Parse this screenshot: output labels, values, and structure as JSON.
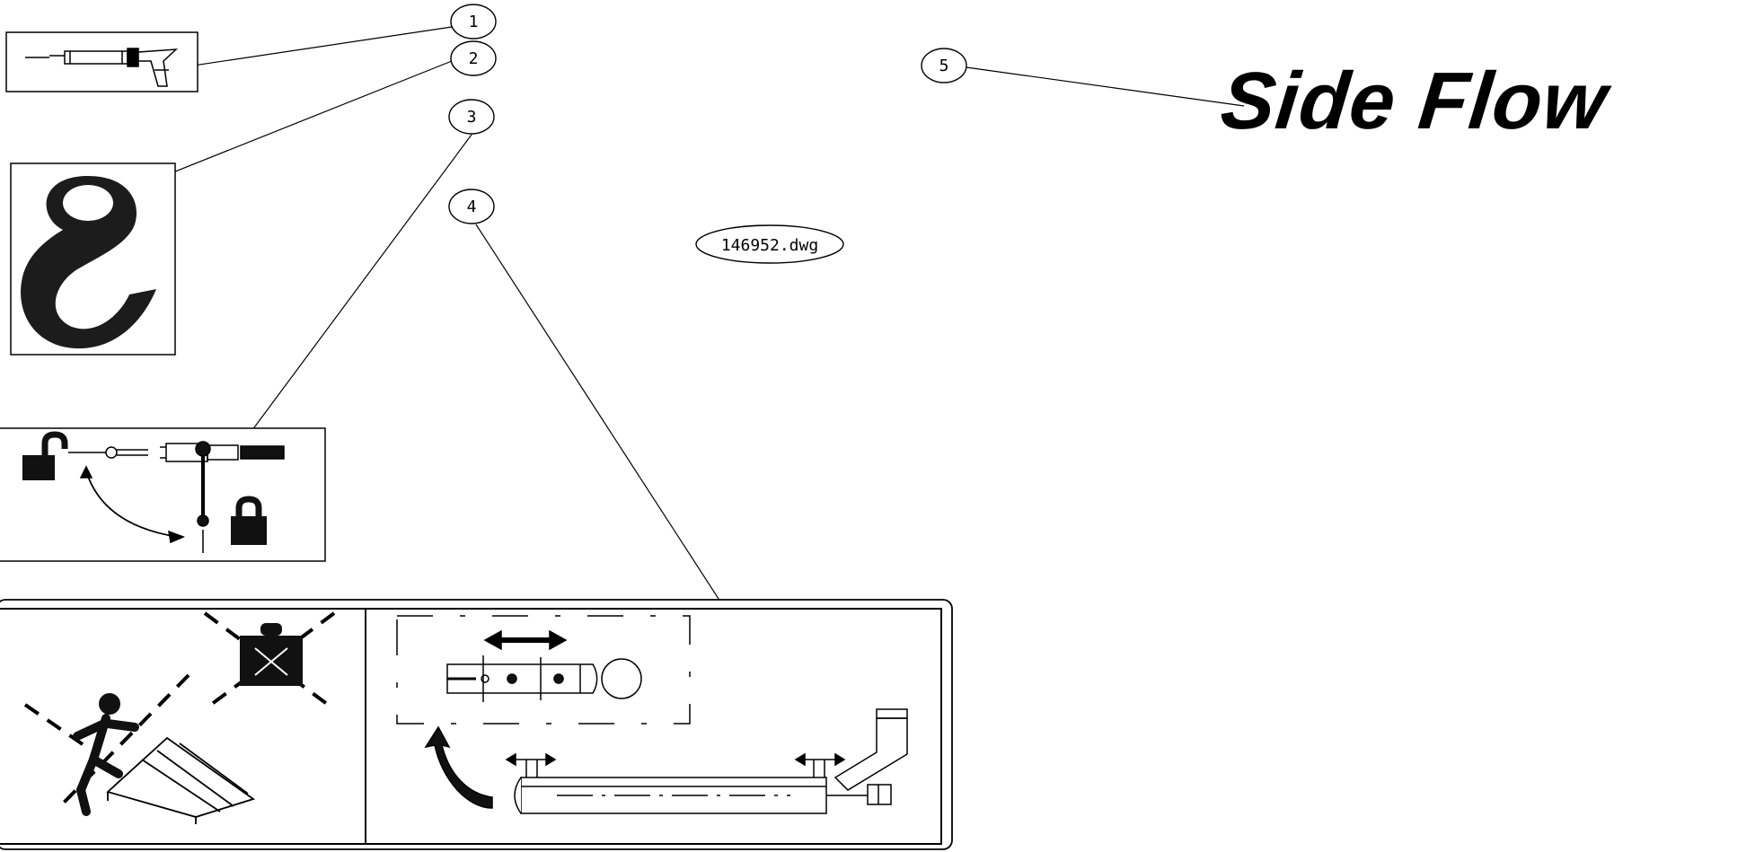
{
  "title": "Side Flow",
  "drawing_file": "146952.dwg",
  "callouts": [
    "1",
    "2",
    "3",
    "4",
    "5"
  ],
  "colors": {
    "ink": "#000000",
    "paper": "#ffffff"
  },
  "icons": [
    "grease-gun-icon",
    "lifting-hook-icon",
    "lock-valve-icon",
    "unlock-icon",
    "lock-icon",
    "walking-person-icon",
    "no-step-icon",
    "hopper-icon",
    "slide-gate-icon",
    "auger-cylinder-icon"
  ]
}
